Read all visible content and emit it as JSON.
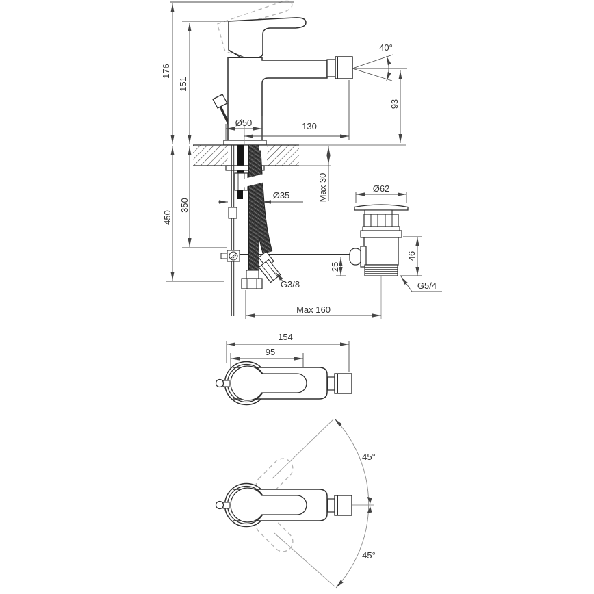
{
  "colors": {
    "background": "#ffffff",
    "object_line": "#2f2f2f",
    "dimension_line": "#4a4a4a",
    "dashed_alternate_position": "#b3b3b3",
    "dark_fill": "#161616"
  },
  "side_view": {
    "dimensions": {
      "height_overall": "176",
      "height_body": "151",
      "spray_angle": "40°",
      "outlet_height": "93",
      "base_diameter": "Ø50",
      "spout_reach": "130",
      "deck_thickness": "Max 30",
      "below_deck_clearance": "350",
      "rod_length": "450",
      "hole_diameter": "Ø35",
      "supply_thread": "G3/8",
      "waste_reach": "Max 160"
    }
  },
  "drain": {
    "dimensions": {
      "flange_diameter": "Ø62",
      "body_height": "46",
      "rod_to_thread": "25",
      "waste_thread": "G5/4"
    }
  },
  "top_view": {
    "dimensions": {
      "plan_length": "154",
      "plan_handle_length": "95"
    }
  },
  "rotation_view": {
    "dimensions": {
      "swivel_up": "45°",
      "swivel_down": "45°"
    }
  }
}
